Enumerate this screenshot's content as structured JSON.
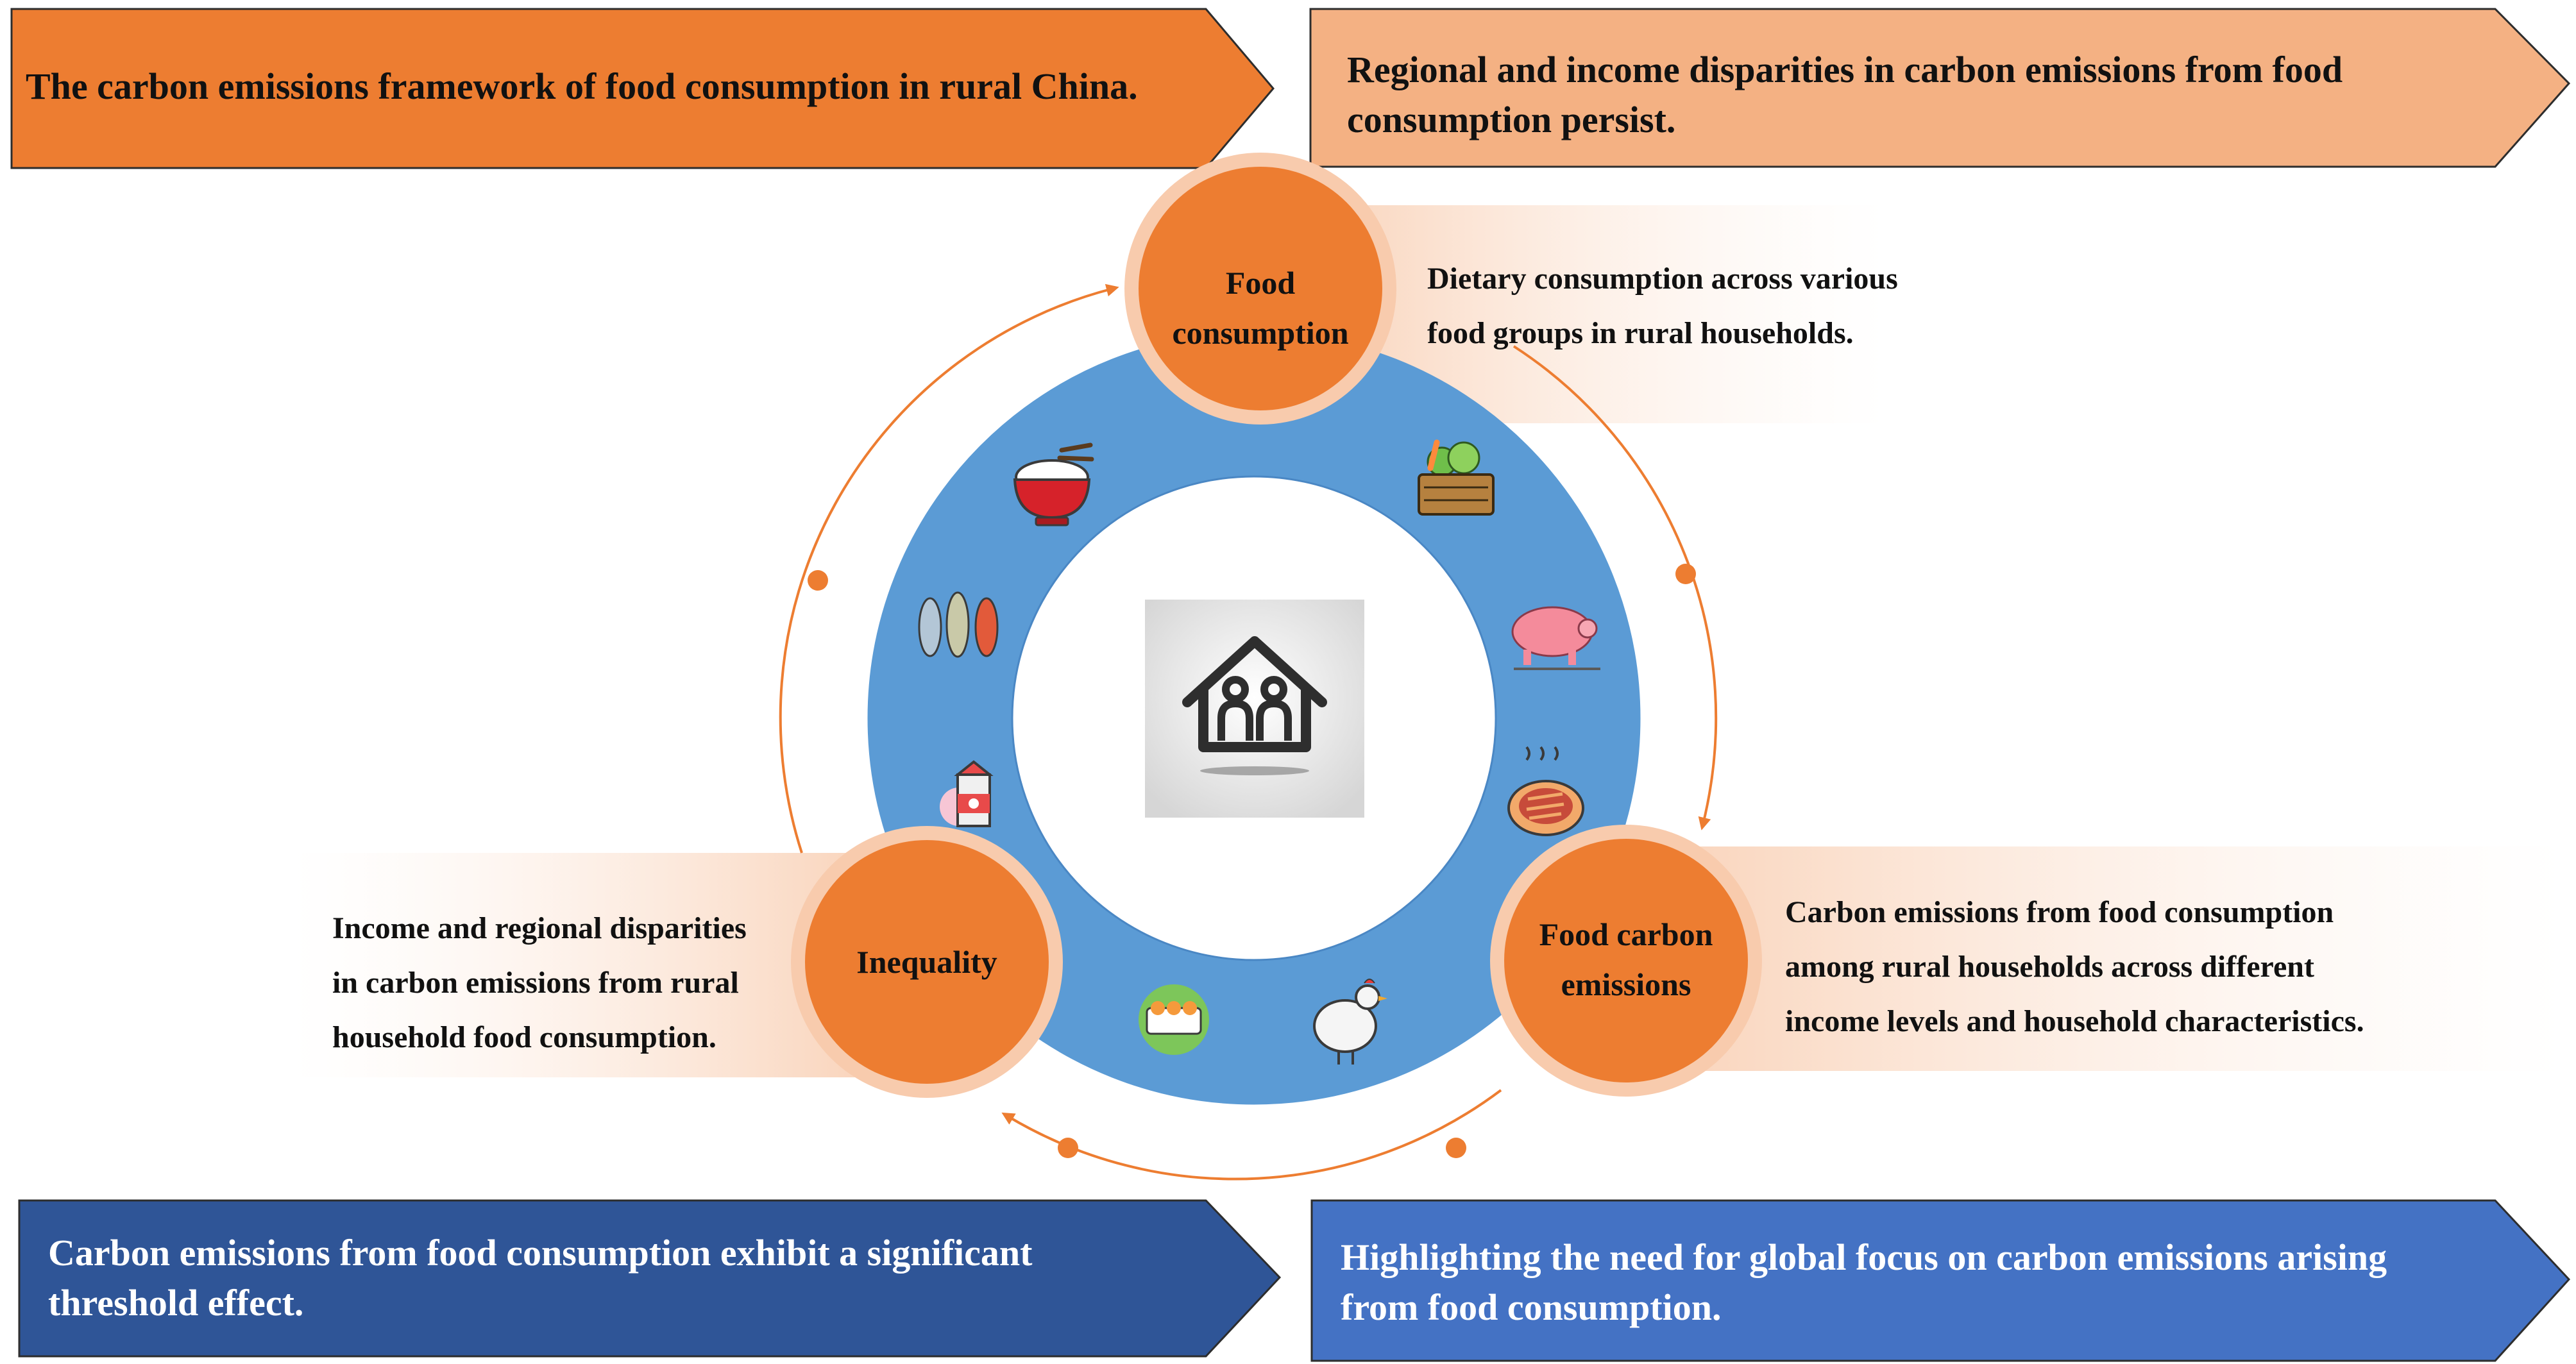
{
  "banners": {
    "top_left": {
      "text": "The carbon emissions framework of food consumption in rural China.",
      "fill": "#ED7D31"
    },
    "top_right": {
      "line1": "Regional and income disparities in carbon emissions from food",
      "line2": "consumption persist.",
      "fill": "#F4B183"
    },
    "bottom_left": {
      "line1": "Carbon emissions from food consumption exhibit a significant",
      "line2": "threshold effect.",
      "fill": "#2F5597"
    },
    "bottom_right": {
      "line1": "Highlighting the need for global focus on carbon emissions arising",
      "line2": "from food consumption.",
      "fill": "#4472C4"
    }
  },
  "nodes": {
    "food_consumption": {
      "line1": "Food",
      "line2": "consumption"
    },
    "food_carbon": {
      "line1": "Food carbon",
      "line2": "emissions"
    },
    "inequality": {
      "label": "Inequality"
    }
  },
  "descriptions": {
    "food_consumption": {
      "line1": "Dietary consumption across various",
      "line2": "food groups in rural households."
    },
    "food_carbon": {
      "line1": "Carbon emissions from food consumption",
      "line2": "among rural households across different",
      "line3": "income levels and household characteristics."
    },
    "inequality": {
      "line1": "Income and regional disparities",
      "line2": "in carbon emissions from rural",
      "line3": "household food consumption."
    }
  },
  "icons": [
    "rice-bowl-icon",
    "vegetable-basket-icon",
    "seafood-icon",
    "pig-icon",
    "milk-carton-icon",
    "steak-icon",
    "eggs-icon",
    "chicken-icon",
    "family-house-icon"
  ],
  "colors": {
    "ring": "#5B9BD5",
    "node": "#ED7D31",
    "node_halo": "#F8CBAD",
    "arrow": "#ED7D31"
  }
}
